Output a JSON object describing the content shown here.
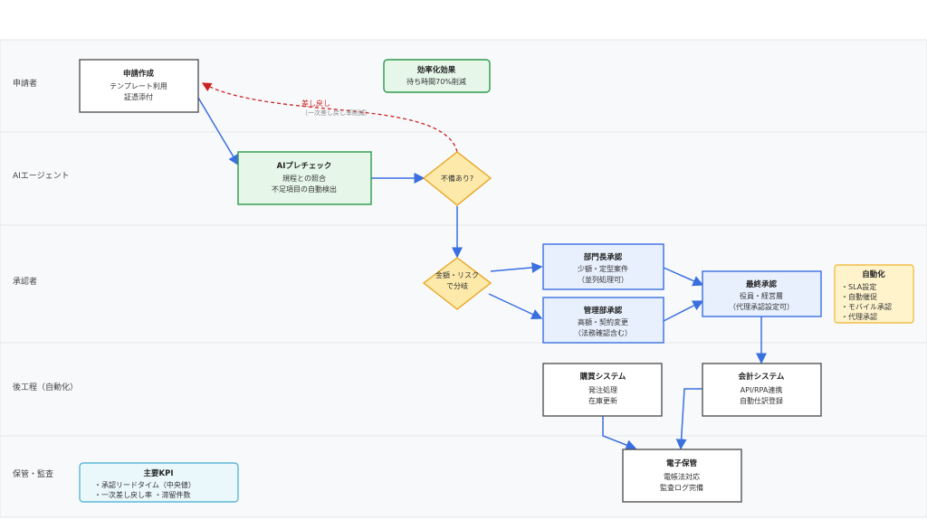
{
  "lanes": [
    {
      "id": "applicant",
      "label": "申請者"
    },
    {
      "id": "ai",
      "label": "AIエージェント"
    },
    {
      "id": "approver",
      "label": "承認者"
    },
    {
      "id": "post",
      "label": "後工程（自動化）"
    },
    {
      "id": "archive",
      "label": "保管・監査"
    }
  ],
  "nodes": {
    "create": {
      "title": "申請作成",
      "lines": [
        "テンプレート利用",
        "証憑添付"
      ]
    },
    "efficiency": {
      "title": "効率化効果",
      "lines": [
        "待ち時間70%削減"
      ]
    },
    "ai_check": {
      "title": "AIプレチェック",
      "lines": [
        "規程との照合",
        "不足項目の自動検出"
      ]
    },
    "deficiency": {
      "title": "不備あり?"
    },
    "branch": {
      "title": "金額・リスク",
      "lines": [
        "で分岐"
      ]
    },
    "dept_approval": {
      "title": "部門長承認",
      "lines": [
        "少額・定型案件",
        "（並列処理可）"
      ]
    },
    "admin_approval": {
      "title": "管理部承認",
      "lines": [
        "高額・契約変更",
        "（法務確認含む）"
      ]
    },
    "final_approval": {
      "title": "最終承認",
      "lines": [
        "役員・経営層",
        "（代理承認設定可）"
      ]
    },
    "automation": {
      "title": "自動化",
      "lines": [
        "・SLA設定",
        "・自動催促",
        "・モバイル承認",
        "・代理承認"
      ]
    },
    "purchasing": {
      "title": "購買システム",
      "lines": [
        "発注処理",
        "在庫更新"
      ]
    },
    "accounting": {
      "title": "会計システム",
      "lines": [
        "API/RPA連携",
        "自動仕訳登録"
      ]
    },
    "storage": {
      "title": "電子保管",
      "lines": [
        "電帳法対応",
        "監査ログ完備"
      ]
    },
    "kpi": {
      "title": "主要KPI",
      "lines": [
        "・承認リードタイム（中央値）",
        "・一次差し戻し率 ・滞留件数"
      ]
    }
  },
  "edges": {
    "sendback_label": "差し戻し",
    "sendback_sub": "（一次差し戻し率削減）"
  },
  "colors": {
    "blue_edge": "#3a6fe0",
    "red_dashed": "#cc2222",
    "green_fill": "#e6f7ea",
    "green_stroke": "#2e9a4b",
    "blue_fill": "#e8f0fe",
    "blue_stroke": "#3a6fe0",
    "diamond_fill": "#fde9a9",
    "diamond_stroke": "#e8a623",
    "note_fill": "#fff3cc",
    "note_stroke": "#f0c04a",
    "kpi_fill": "#eaf7fb",
    "kpi_stroke": "#5cb8d6"
  }
}
